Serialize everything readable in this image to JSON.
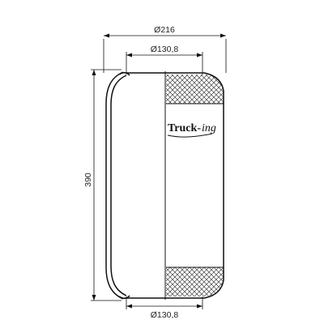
{
  "drawing": {
    "dimensions": {
      "overall_diameter": "Ø216",
      "top_plate_diameter": "Ø130,8",
      "bottom_plate_diameter": "Ø130,8",
      "height": "390"
    },
    "logo": {
      "main": "Truck",
      "hyphen": "-",
      "suffix": "ing"
    },
    "colors": {
      "line": "#111111",
      "hatch": "#444444",
      "background": "#ffffff"
    }
  }
}
